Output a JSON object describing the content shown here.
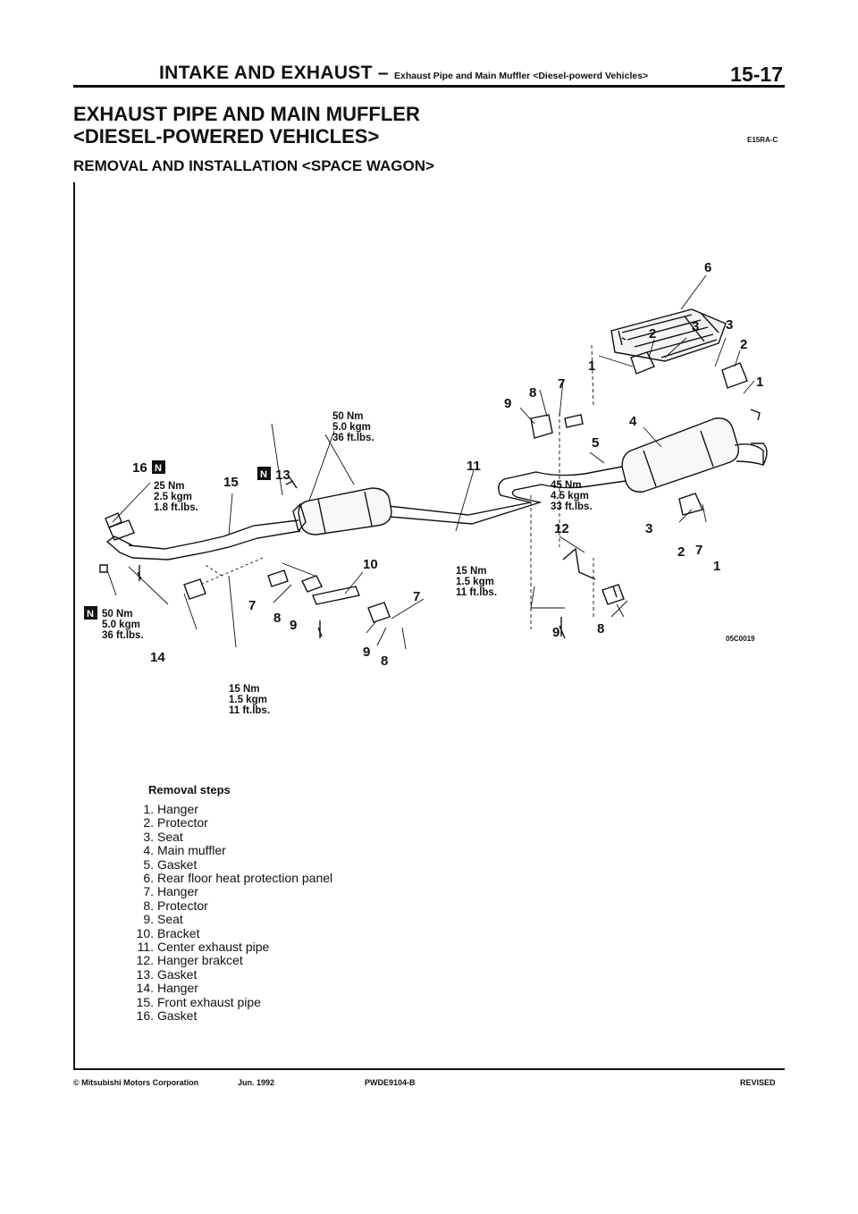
{
  "header": {
    "section": "INTAKE AND EXHAUST –",
    "sub": "Exhaust Pipe and Main Muffler <Diesel-powerd Vehicles>",
    "page": "15-17"
  },
  "title": {
    "line1": "EXHAUST PIPE AND MAIN MUFFLER",
    "line2": "<DIESEL-POWERED VEHICLES>",
    "code": "E15RA-C"
  },
  "subtitle": "REMOVAL AND INSTALLATION <SPACE WAGON>",
  "diagram": {
    "figure_code": "05C0019",
    "callouts": {
      "c6": "6",
      "c1a": "1",
      "c2a": "2",
      "c3a": "3",
      "c3b": "3",
      "c2b": "2",
      "c1b": "1",
      "c9a": "9",
      "c8a": "8",
      "c7a": "7",
      "c4": "4",
      "c5": "5",
      "c11": "11",
      "c16": "16",
      "c15": "15",
      "c13": "13",
      "c12": "12",
      "c3c": "3",
      "c7b": "7",
      "c2c": "2",
      "c1c": "1",
      "c10": "10",
      "c7c": "7",
      "c7d": "7",
      "c8b": "8",
      "c9b": "9",
      "c9c": "9",
      "c8c": "8",
      "c9d": "9",
      "c8d": "8",
      "c14": "14"
    },
    "n_mark": "N",
    "torques": {
      "t50a": [
        "50 Nm",
        "5.0 kgm",
        "36 ft.lbs."
      ],
      "t25": [
        "25 Nm",
        "2.5 kgm",
        "1.8 ft.lbs."
      ],
      "t45": [
        "45 Nm",
        "4.5 kgm",
        "33 ft.lbs."
      ],
      "t15a": [
        "15 Nm",
        "1.5 kgm",
        "11 ft.lbs."
      ],
      "t50b": [
        "50 Nm",
        "5.0 kgm",
        "36 ft.lbs."
      ],
      "t15b": [
        "15 Nm",
        "1.5 kgm",
        "11 ft.lbs."
      ]
    }
  },
  "removal": {
    "title": "Removal steps",
    "steps": [
      {
        "num": "1.",
        "text": "Hanger"
      },
      {
        "num": "2.",
        "text": "Protector"
      },
      {
        "num": "3.",
        "text": "Seat"
      },
      {
        "num": "4.",
        "text": "Main muffler"
      },
      {
        "num": "5.",
        "text": "Gasket"
      },
      {
        "num": "6.",
        "text": "Rear floor heat protection panel"
      },
      {
        "num": "7.",
        "text": "Hanger"
      },
      {
        "num": "8.",
        "text": "Protector"
      },
      {
        "num": "9.",
        "text": "Seat"
      },
      {
        "num": "10.",
        "text": "Bracket"
      },
      {
        "num": "11.",
        "text": "Center exhaust pipe"
      },
      {
        "num": "12.",
        "text": "Hanger brakcet"
      },
      {
        "num": "13.",
        "text": "Gasket"
      },
      {
        "num": "14.",
        "text": "Hanger"
      },
      {
        "num": "15.",
        "text": "Front exhaust pipe"
      },
      {
        "num": "16.",
        "text": "Gasket"
      }
    ]
  },
  "footer": {
    "copyright": "© Mitsubishi Motors Corporation",
    "date": "Jun. 1992",
    "doc": "PWDE9104-B",
    "status": "REVISED"
  }
}
